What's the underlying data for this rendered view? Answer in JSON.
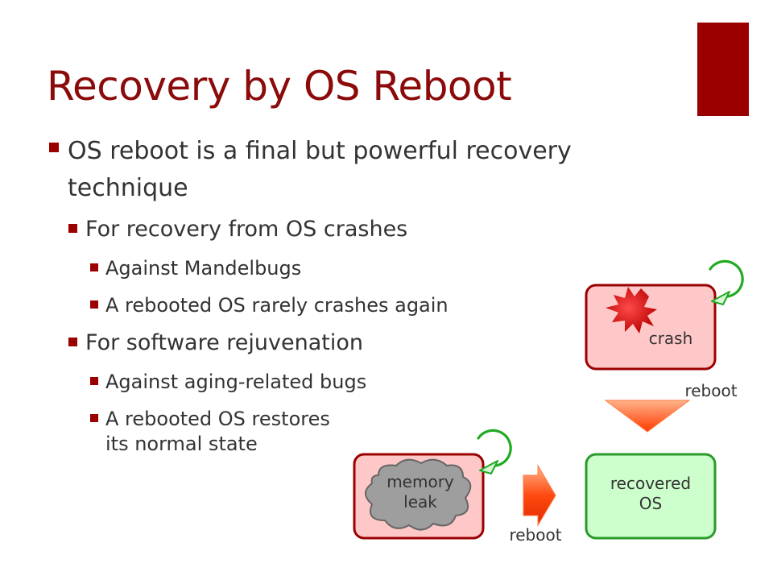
{
  "slide": {
    "title": "Recovery by OS Reboot",
    "bullets": [
      {
        "text": "OS reboot is a final but powerful recovery",
        "cont": "technique"
      },
      {
        "text": "For recovery from OS crashes"
      },
      {
        "text": "Against Mandelbugs"
      },
      {
        "text": "A rebooted OS rarely crashes again"
      },
      {
        "text": "For software rejuvenation"
      },
      {
        "text": "Against aging-related bugs"
      },
      {
        "text": "A rebooted OS restores",
        "cont": "its normal state"
      }
    ]
  },
  "diagram": {
    "crash_label": "crash",
    "reboot_label_top": "reboot",
    "memory_leak_label": "memory\nleak",
    "reboot_label_bottom": "reboot",
    "recovered_label": "recovered\nOS"
  },
  "colors": {
    "accent": "#9b0000",
    "title": "#8b0a0a",
    "box_red_fill": "#ffc8c8",
    "box_red_border": "#9b0000",
    "box_green_fill": "#ccffcc",
    "box_green_border": "#2a9a2a",
    "arrow": "#ff5a1a",
    "cycle_arrow": "#22aa22"
  }
}
